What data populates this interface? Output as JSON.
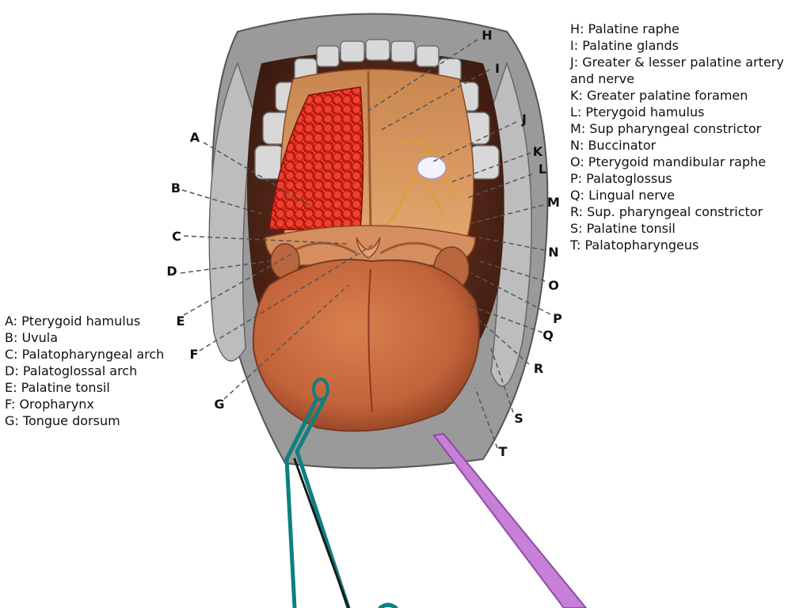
{
  "legend_left": [
    {
      "key": "A",
      "label": "Pterygoid hamulus"
    },
    {
      "key": "B",
      "label": "Uvula"
    },
    {
      "key": "C",
      "label": "Palatopharyngeal arch"
    },
    {
      "key": "D",
      "label": "Palatoglossal arch"
    },
    {
      "key": "E",
      "label": "Palatine tonsil"
    },
    {
      "key": "F",
      "label": "Oropharynx"
    },
    {
      "key": "G",
      "label": "Tongue dorsum"
    }
  ],
  "legend_right": [
    {
      "key": "H",
      "label": "Palatine raphe"
    },
    {
      "key": "I",
      "label": "Palatine glands"
    },
    {
      "key": "J",
      "label": "Greater & lesser palatine artery and nerve"
    },
    {
      "key": "K",
      "label": "Greater palatine foramen"
    },
    {
      "key": "L",
      "label": "Pterygoid hamulus"
    },
    {
      "key": "M",
      "label": "Sup pharyngeal constrictor"
    },
    {
      "key": "N",
      "label": "Buccinator"
    },
    {
      "key": "O",
      "label": "Pterygoid mandibular raphe"
    },
    {
      "key": "P",
      "label": "Palatoglossus"
    },
    {
      "key": "Q",
      "label": "Lingual nerve"
    },
    {
      "key": "R",
      "label": "Sup. pharyngeal constrictor"
    },
    {
      "key": "S",
      "label": "Palatine tonsil"
    },
    {
      "key": "T",
      "label": "Palatopharyngeus"
    }
  ],
  "callouts": [
    "A",
    "B",
    "C",
    "D",
    "E",
    "F",
    "G",
    "H",
    "I",
    "J",
    "K",
    "L",
    "M",
    "N",
    "O",
    "P",
    "Q",
    "R",
    "S",
    "T"
  ],
  "colors": {
    "tongue": "#c8673d",
    "palate": "#d9945a",
    "glands": "#e0281c",
    "teeth": "#d8d8d8",
    "lips": "#8a8a8a",
    "forceps": "#0f7f7f",
    "probe": "#c77fd8",
    "leader_line": "#555555"
  }
}
